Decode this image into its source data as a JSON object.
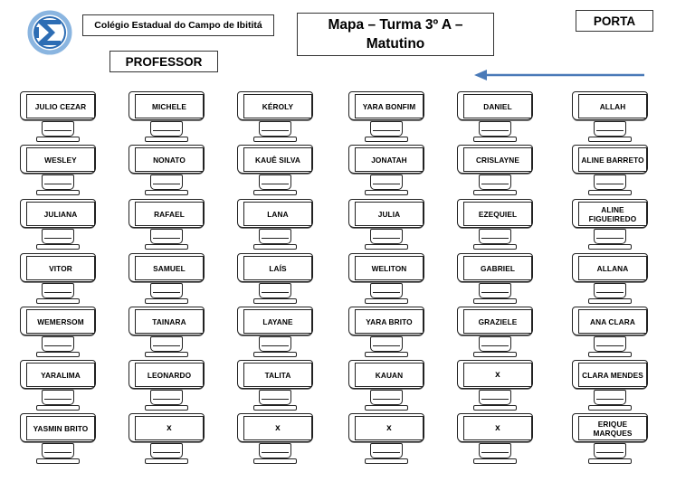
{
  "header": {
    "school_name": "Colégio Estadual do Campo de Ibititá",
    "title": "Mapa – Turma 3º A – Matutino",
    "professor_label": "PROFESSOR",
    "door_label": "PORTA"
  },
  "colors": {
    "arrow": "#4a7ab8",
    "logo_blue": "#2d6db4",
    "logo_light": "#8ab5e0"
  },
  "icons": {
    "logo": "school-emblem",
    "arrow": "arrow-left"
  },
  "seating": {
    "columns": [
      [
        "JULIO CEZAR",
        "WESLEY",
        "JULIANA",
        "VITOR",
        "WEMERSOM",
        "YARALIMA",
        "YASMIN BRITO"
      ],
      [
        "MICHELE",
        "NONATO",
        "RAFAEL",
        "SAMUEL",
        "TAINARA",
        "LEONARDO",
        "x"
      ],
      [
        "KÉROLY",
        "KAUÊ SILVA",
        "LANA",
        "LAÍS",
        "LAYANE",
        "TALITA",
        "x"
      ],
      [
        "YARA BONFIM",
        "JONATAH",
        "JULIA",
        "WELITON",
        "YARA BRITO",
        "KAUAN",
        "x"
      ],
      [
        "DANIEL",
        "CRISLAYNE",
        "EZEQUIEL",
        "GABRIEL",
        "GRAZIELE",
        "x",
        "x"
      ],
      [
        "ALLAH",
        "ALINE BARRETO",
        "ALINE FIGUEIREDO",
        "ALLANA",
        "ANA CLARA",
        "CLARA MENDES",
        "ERIQUE MARQUES"
      ]
    ]
  }
}
